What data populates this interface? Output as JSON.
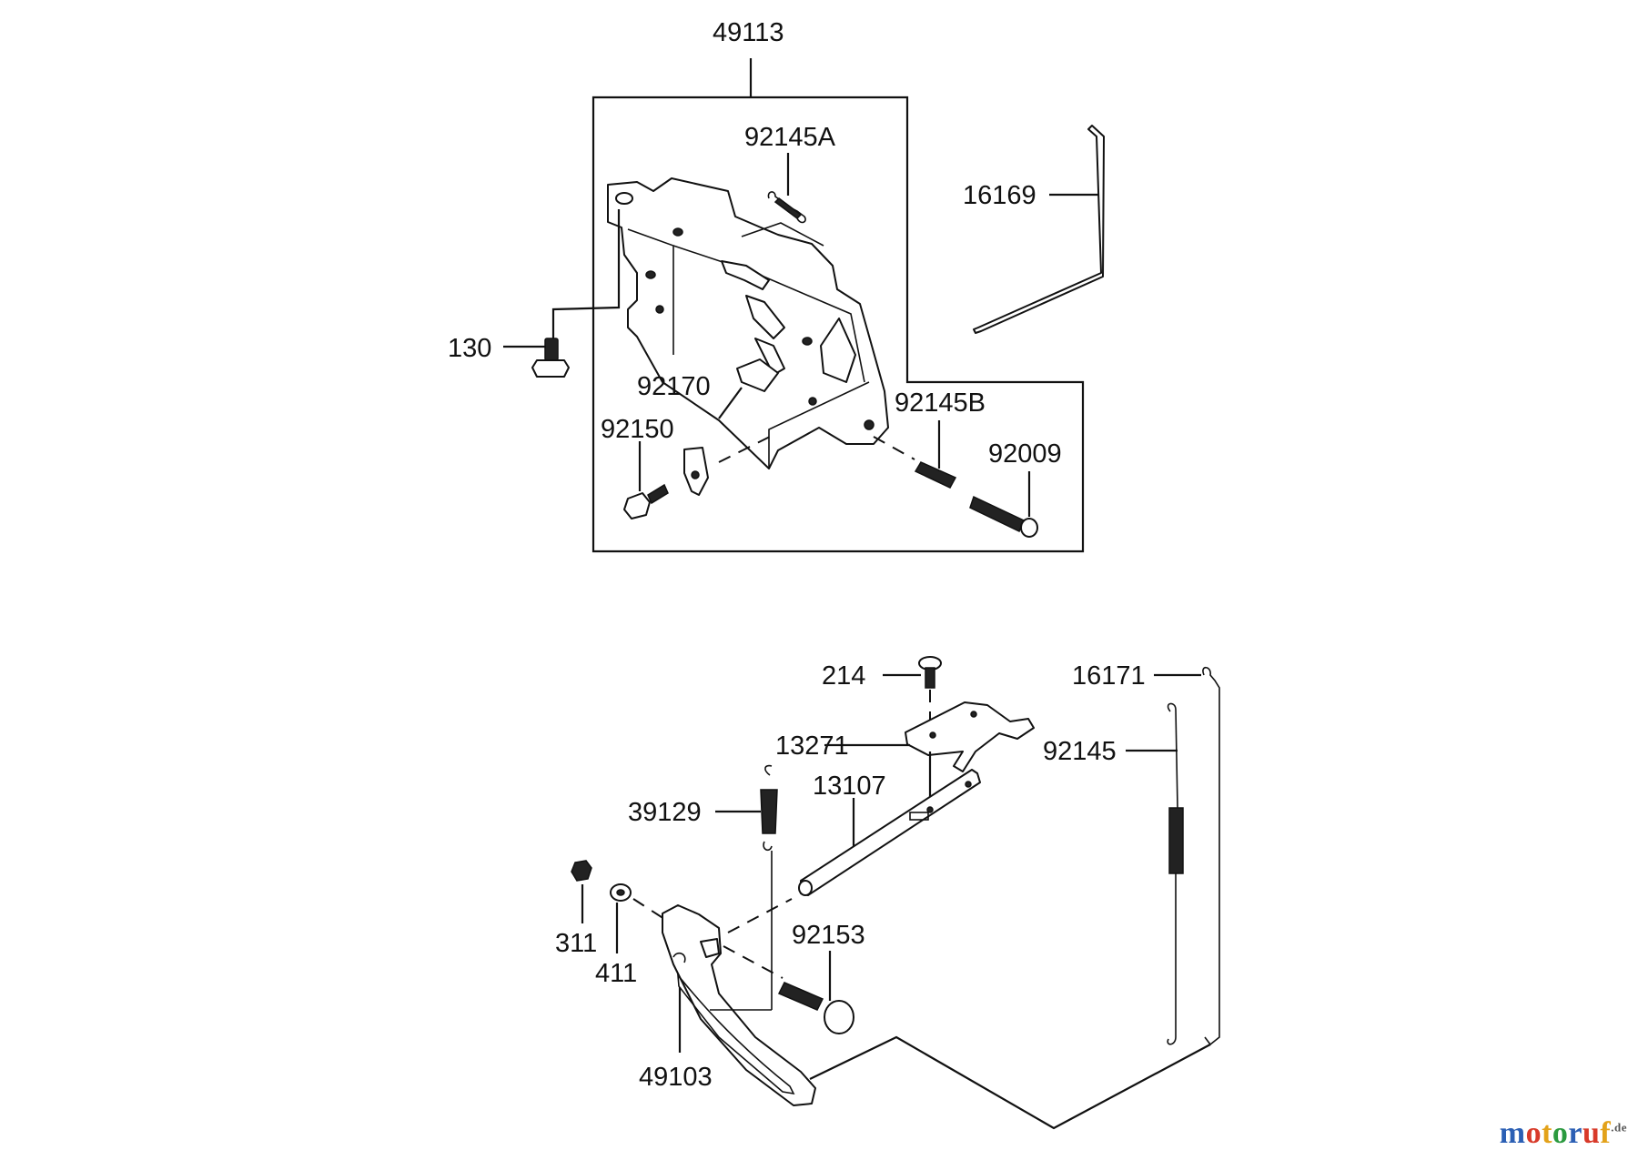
{
  "diagram": {
    "callouts": {
      "p49113": "49113",
      "p92145A": "92145A",
      "p16169": "16169",
      "p130": "130",
      "p92170": "92170",
      "p92145B": "92145B",
      "p92150": "92150",
      "p92009": "92009",
      "p214": "214",
      "p16171": "16171",
      "p13271": "13271",
      "p92145": "92145",
      "p13107": "13107",
      "p39129": "39129",
      "p92153": "92153",
      "p311": "311",
      "p411": "411",
      "p49103": "49103"
    }
  },
  "watermark": {
    "letters": [
      "m",
      "o",
      "t",
      "o",
      "r",
      "u",
      "f"
    ],
    "colors": [
      "#2b5fb4",
      "#d83a2a",
      "#e3a21a",
      "#2b9a3f",
      "#2b5fb4",
      "#d83a2a",
      "#e3a21a"
    ],
    "tld": ".de"
  }
}
